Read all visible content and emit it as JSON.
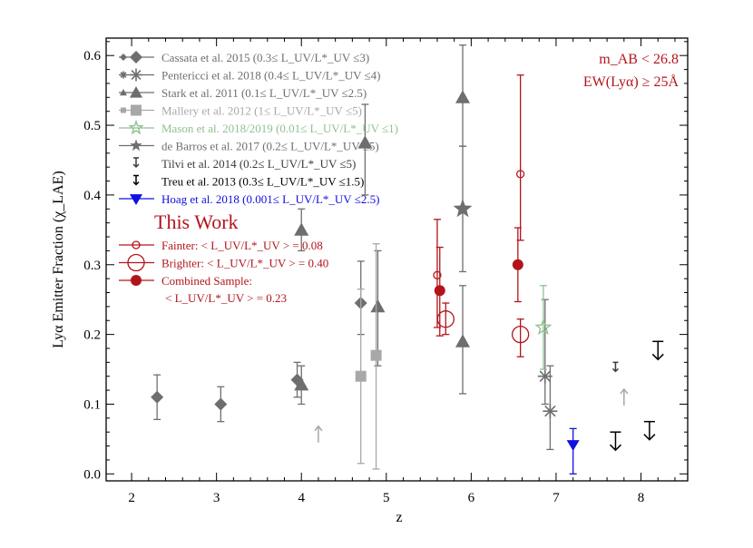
{
  "chart_data": {
    "type": "scatter",
    "xlabel": "z",
    "ylabel": "Lyα Emitter Fraction (χ_LAE)",
    "xlim": [
      1.7,
      8.55
    ],
    "ylim": [
      -0.01,
      0.625
    ],
    "x_ticks": [
      "2",
      "3",
      "4",
      "5",
      "6",
      "7",
      "8"
    ],
    "y_ticks": [
      "0.0",
      "0.1",
      "0.2",
      "0.3",
      "0.4",
      "0.5",
      "0.6"
    ],
    "x_tick_values": [
      2,
      3,
      4,
      5,
      6,
      7,
      8
    ],
    "y_tick_values": [
      0.0,
      0.1,
      0.2,
      0.3,
      0.4,
      0.5,
      0.6
    ],
    "corner_note": {
      "line1": "m_AB < 26.8",
      "line2": "EW(Lyα) ≥ 25Å",
      "color": "#b3141c"
    },
    "this_work_label": "This Work",
    "series": [
      {
        "name": "Cassata et al. 2015 (0.3≤ L_UV/L*_UV ≤3)",
        "color": "#6e6e6e",
        "marker": "diamond",
        "size": 7,
        "points": [
          {
            "x": 2.3,
            "y": 0.11,
            "lo": 0.078,
            "hi": 0.142
          },
          {
            "x": 3.05,
            "y": 0.1,
            "lo": 0.075,
            "hi": 0.125
          },
          {
            "x": 3.95,
            "y": 0.135,
            "lo": 0.11,
            "hi": 0.16
          },
          {
            "x": 4.7,
            "y": 0.245,
            "lo": 0.2,
            "hi": 0.305
          }
        ]
      },
      {
        "name": "Pentericci et al. 2018 (0.4≤ L_UV/L*_UV ≤4)",
        "color": "#6e6e6e",
        "marker": "asterisk",
        "size": 8,
        "points": [
          {
            "x": 6.87,
            "y": 0.14,
            "lo": 0.1,
            "hi": 0.25
          },
          {
            "x": 6.93,
            "y": 0.09,
            "lo": 0.035,
            "hi": 0.155
          }
        ]
      },
      {
        "name": "Stark et al. 2011 (0.1≤ L_UV/L*_UV ≤2.5)",
        "color": "#6e6e6e",
        "marker": "triangle",
        "size": 8,
        "points": [
          {
            "x": 4.0,
            "y": 0.35,
            "lo": 0.32,
            "hi": 0.38
          },
          {
            "x": 4.0,
            "y": 0.128,
            "lo": 0.1,
            "hi": 0.155
          },
          {
            "x": 4.75,
            "y": 0.475,
            "lo": 0.4,
            "hi": 0.53
          },
          {
            "x": 4.9,
            "y": 0.24,
            "lo": 0.155,
            "hi": 0.32
          },
          {
            "x": 5.9,
            "y": 0.54,
            "lo": 0.47,
            "hi": 0.615
          },
          {
            "x": 5.9,
            "y": 0.19,
            "lo": 0.115,
            "hi": 0.27
          }
        ]
      },
      {
        "name": "Mallery et al. 2012 (1≤ L_UV/L*_UV ≤5)",
        "color": "#a8a8a8",
        "marker": "square",
        "size": 6,
        "points": [
          {
            "x": 4.7,
            "y": 0.14,
            "lo": 0.015,
            "hi": 0.265
          },
          {
            "x": 4.88,
            "y": 0.17,
            "lo": 0.007,
            "hi": 0.33
          }
        ]
      },
      {
        "name": "Mason et al. 2018/2019 (0.01≤ L_UV/L*_UV ≤1)",
        "color": "#8fc28f",
        "marker": "star-open",
        "size": 8,
        "points": [
          {
            "x": 6.85,
            "y": 0.21,
            "lo": 0.15,
            "hi": 0.27
          }
        ]
      },
      {
        "name": "de Barros et al. 2017 (0.2≤ L_UV/L*_UV ≤5)",
        "color": "#6e6e6e",
        "marker": "star",
        "size": 11,
        "points": [
          {
            "x": 5.9,
            "y": 0.38,
            "lo": 0.29,
            "hi": 0.47
          }
        ]
      },
      {
        "name": "Tilvi et al. 2014 (0.2≤ L_UV/L*_UV ≤5)",
        "color": "#3a3a3a",
        "marker": "upper-limit-small",
        "size": 7,
        "points": [
          {
            "x": 7.7,
            "y": 0.16
          }
        ]
      },
      {
        "name": "Treu et al. 2013 (0.3≤ L_UV/L*_UV ≤1.5)",
        "color": "#000000",
        "marker": "upper-limit",
        "size": 7,
        "points": [
          {
            "x": 7.7,
            "y": 0.06
          },
          {
            "x": 8.1,
            "y": 0.075
          },
          {
            "x": 8.2,
            "y": 0.19
          }
        ]
      },
      {
        "name": "Hoag et al. 2018 (0.001≤ L_UV/L*_UV ≤2.5)",
        "color": "#1010e0",
        "marker": "triangle-down",
        "size": 7,
        "points": [
          {
            "x": 7.2,
            "y": 0.042,
            "lo": 0.0,
            "hi": 0.065
          }
        ]
      },
      {
        "name": "Fainter: < L_UV/L*_UV > = 0.08",
        "color": "#b3141c",
        "marker": "circle-open",
        "size": 4,
        "points": [
          {
            "x": 5.6,
            "y": 0.285,
            "lo": 0.21,
            "hi": 0.365
          },
          {
            "x": 6.58,
            "y": 0.43,
            "lo": 0.335,
            "hi": 0.572
          }
        ]
      },
      {
        "name": "Brighter: < L_UV/L*_UV > = 0.40",
        "color": "#b3141c",
        "marker": "circle-open",
        "size": 9,
        "points": [
          {
            "x": 5.7,
            "y": 0.222,
            "lo": 0.2,
            "hi": 0.245
          },
          {
            "x": 6.58,
            "y": 0.2,
            "lo": 0.168,
            "hi": 0.222
          }
        ]
      },
      {
        "name": "Combined Sample:\n< L_UV/L*_UV > = 0.23",
        "color": "#b3141c",
        "marker": "circle",
        "size": 6,
        "points": [
          {
            "x": 5.63,
            "y": 0.263,
            "lo": 0.198,
            "hi": 0.325
          },
          {
            "x": 6.55,
            "y": 0.3,
            "lo": 0.247,
            "hi": 0.353
          }
        ]
      },
      {
        "name": "",
        "color": "#a8a8a8",
        "marker": "lower-limit",
        "size": 6,
        "points": [
          {
            "x": 4.2,
            "y": 0.045
          },
          {
            "x": 7.8,
            "y": 0.098
          }
        ]
      }
    ]
  }
}
